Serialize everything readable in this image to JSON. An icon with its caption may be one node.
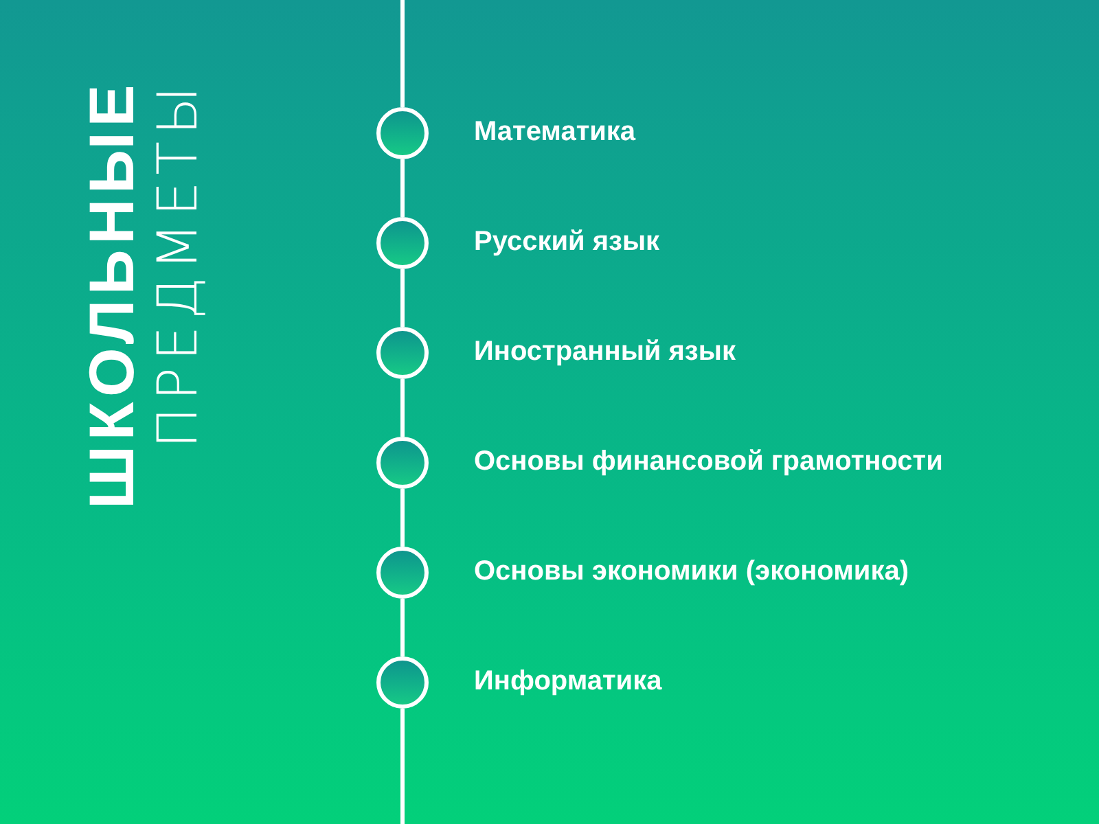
{
  "diagram": {
    "title": "ШКОЛЬНЫЕ",
    "nodes": [
      {
        "text": [],
        "shape": "circle",
        "beside": [
          "Математика"
        ]
      },
      {
        "text": [],
        "shape": "circle",
        "beside": [
          "Русский язык"
        ]
      },
      {
        "text": [],
        "shape": "circle",
        "beside": [
          "Иностранный язык"
        ]
      },
      {
        "text": [],
        "shape": "circle",
        "beside": [
          "Основы финансовой грамотности"
        ]
      },
      {
        "text": [],
        "shape": "circle",
        "beside": [
          "Основы экономики (экономика)"
        ]
      },
      {
        "text": [],
        "shape": "circle",
        "beside": [
          "Информатика"
        ]
      }
    ],
    "edges": [
      {
        "from": null,
        "to": 0,
        "arrow": "none"
      },
      {
        "from": 0,
        "to": 1,
        "arrow": "none"
      },
      {
        "from": 1,
        "to": 2,
        "arrow": "none"
      },
      {
        "from": 2,
        "to": 3,
        "arrow": "none"
      },
      {
        "from": 3,
        "to": 4,
        "arrow": "none"
      },
      {
        "from": 4,
        "to": 5,
        "arrow": "none"
      },
      {
        "from": 5,
        "to": null,
        "arrow": "none"
      }
    ],
    "labels": [
      "ПРЕДМЕТЫ"
    ]
  }
}
